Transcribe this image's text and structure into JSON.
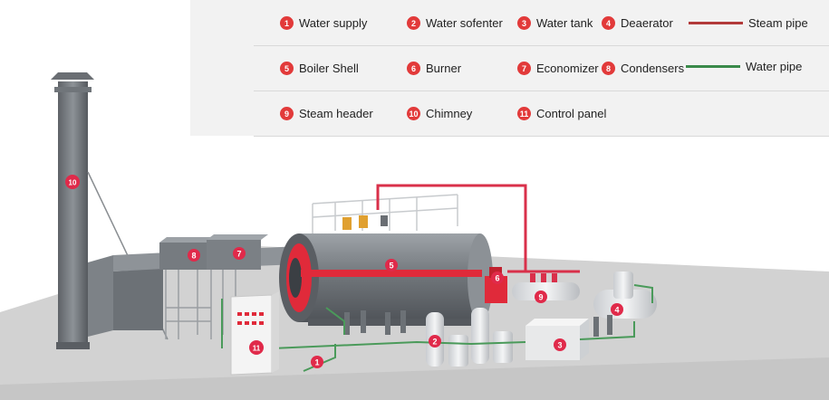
{
  "legend": {
    "items": [
      {
        "n": "1",
        "label": "Water supply"
      },
      {
        "n": "2",
        "label": "Water sofenter"
      },
      {
        "n": "3",
        "label": "Water tank"
      },
      {
        "n": "4",
        "label": "Deaerator"
      },
      {
        "n": "5",
        "label": "Boiler Shell"
      },
      {
        "n": "6",
        "label": "Burner"
      },
      {
        "n": "7",
        "label": "Economizer"
      },
      {
        "n": "8",
        "label": "Condensers"
      },
      {
        "n": "9",
        "label": "Steam header"
      },
      {
        "n": "10",
        "label": "Chimney"
      },
      {
        "n": "11",
        "label": "Control panel"
      }
    ],
    "pipes": [
      {
        "label": "Steam pipe",
        "color": "#b23a3a"
      },
      {
        "label": "Water pipe",
        "color": "#3a8a4a"
      }
    ]
  },
  "markers": [
    "1",
    "2",
    "3",
    "4",
    "5",
    "6",
    "7",
    "8",
    "9",
    "10",
    "11"
  ],
  "colors": {
    "accent": "#e23a3a",
    "steel": "#7a7f85",
    "floor": "#cfcfcf",
    "steam": "#d9304a",
    "water": "#4a9a5a"
  }
}
